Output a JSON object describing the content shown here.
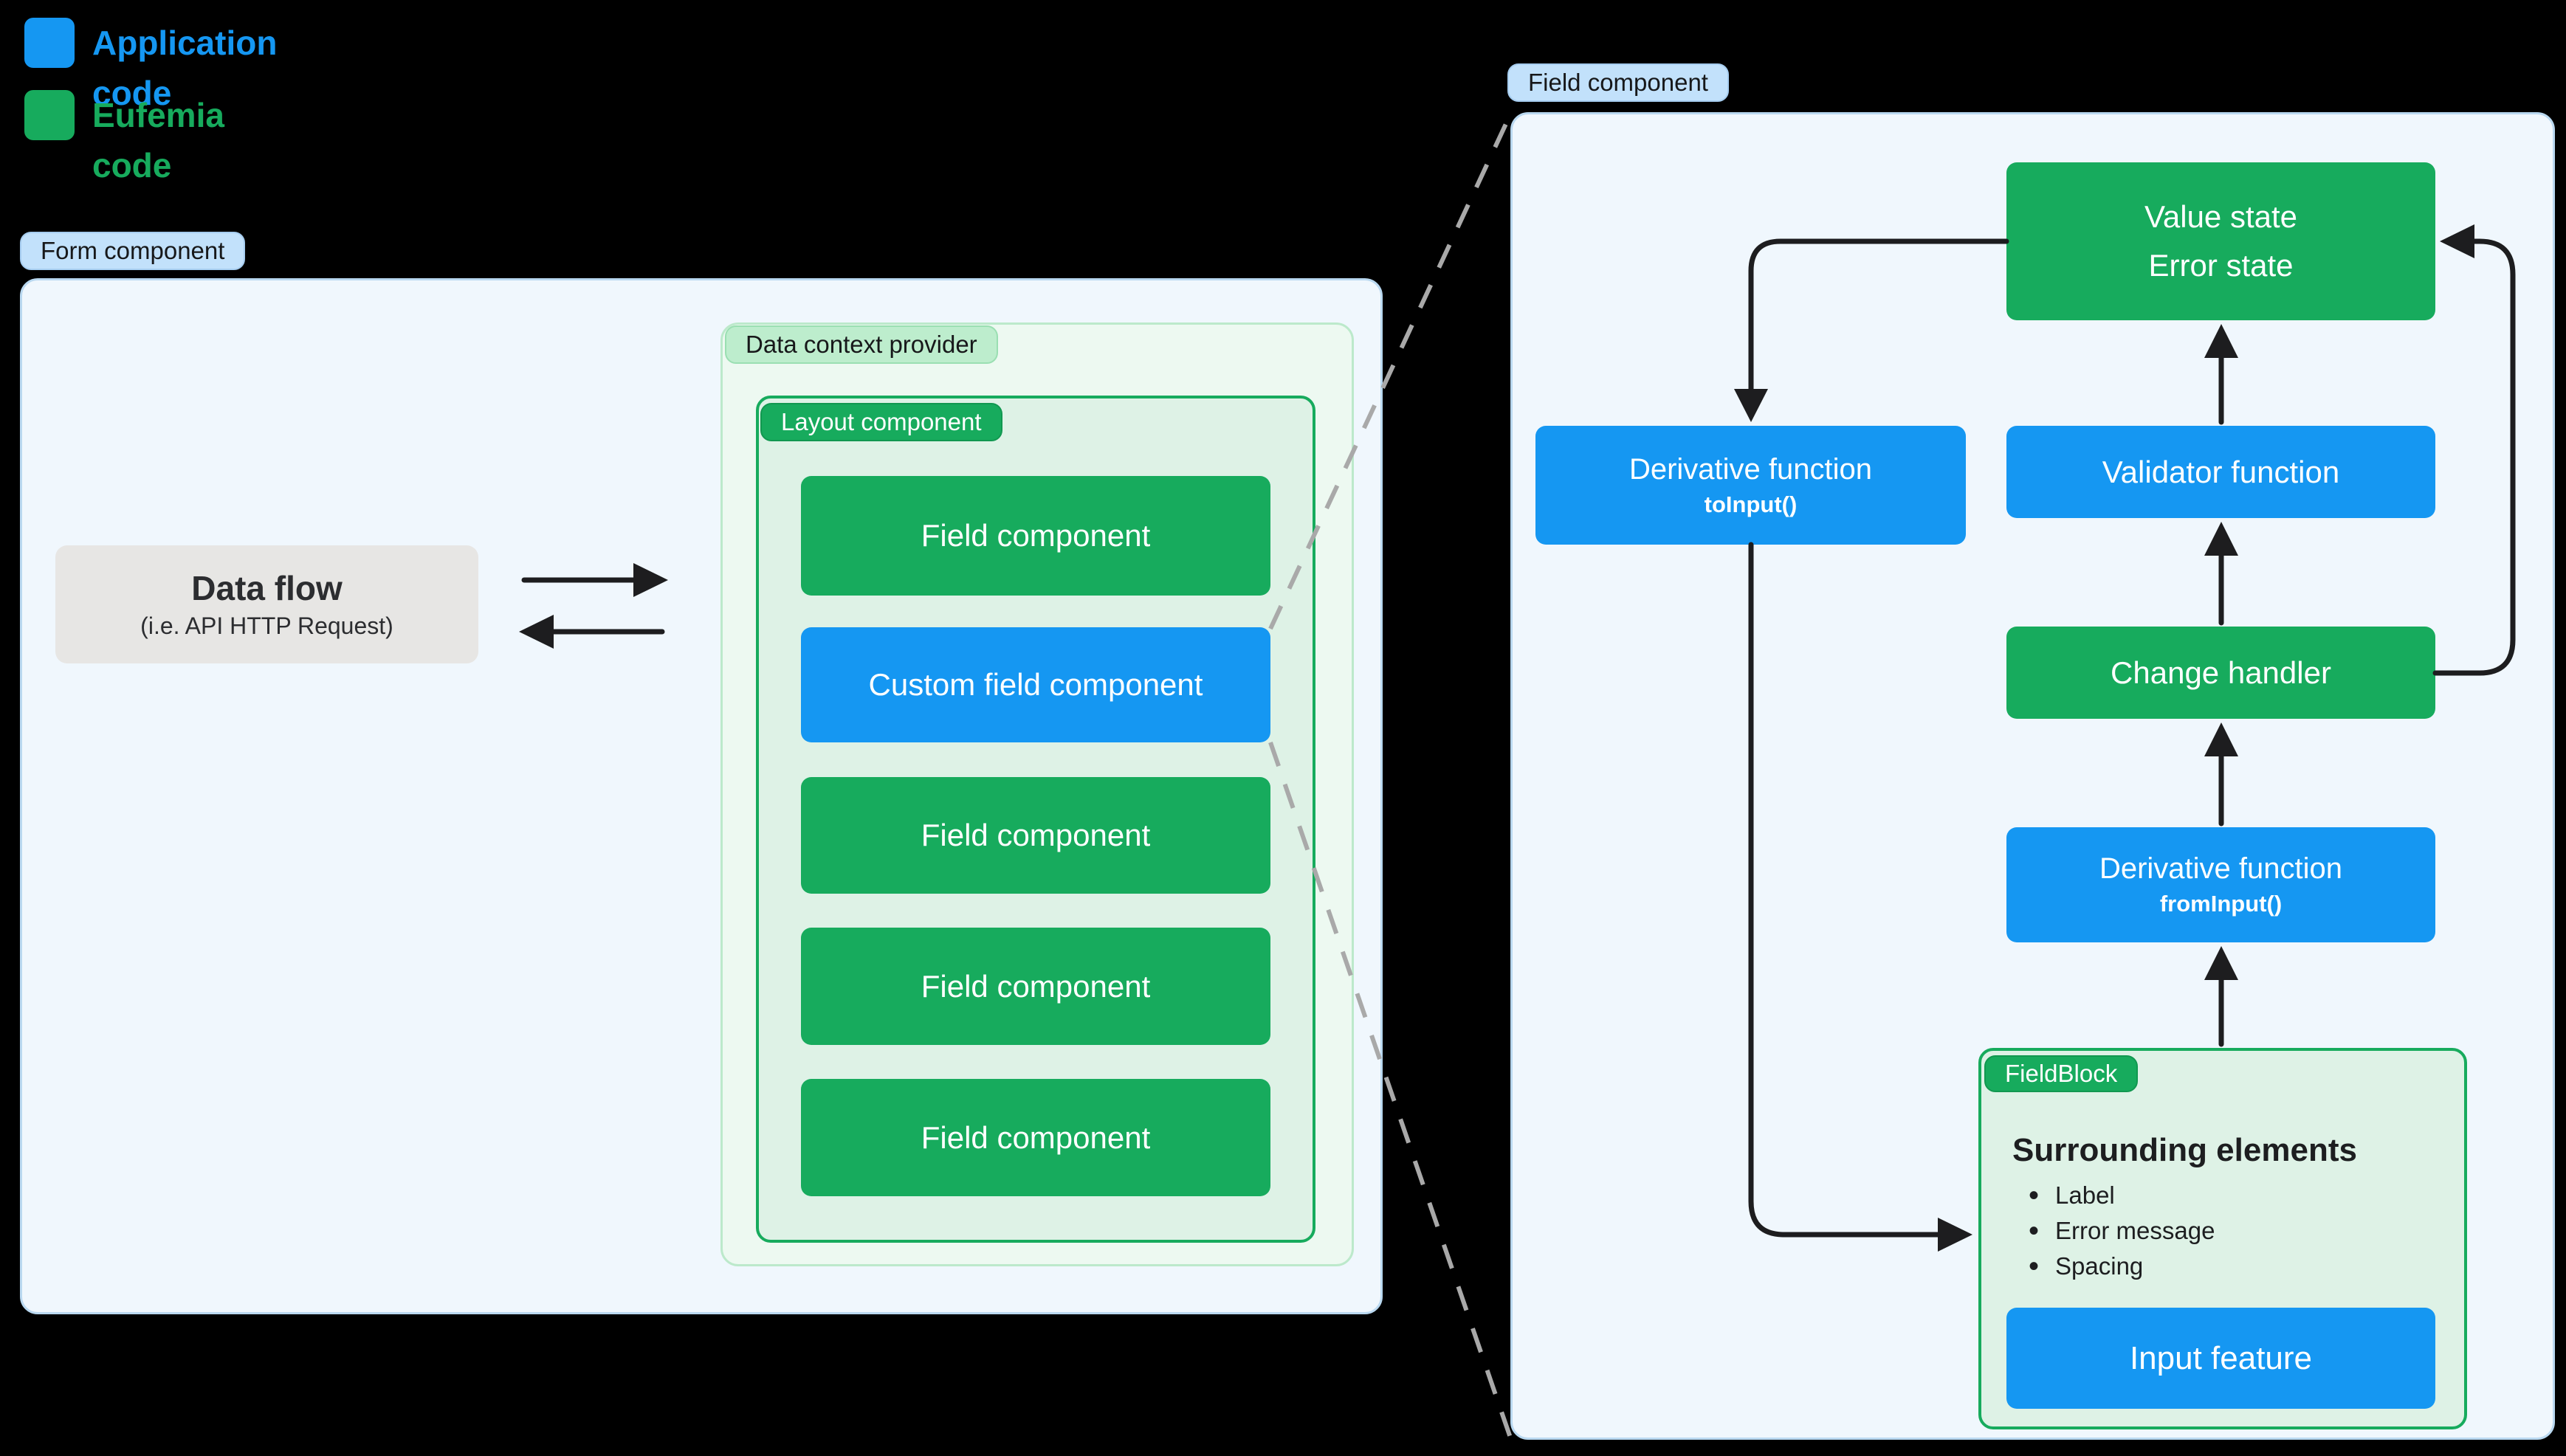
{
  "colors": {
    "application_blue": "#1597f2",
    "eufemia_green": "#17ab5d",
    "panel_blue_bg": "#f0f7fd",
    "panel_blue_border": "#b9d8f0",
    "panel_light_green_bg": "#edf9f1",
    "panel_light_green_border": "#bce9cb",
    "panel_green_border_bg": "#def2e6",
    "pill_blue_bg": "#c2e1fb",
    "pill_light_green_bg": "#bdedcd",
    "gray_box_bg": "#e7e6e4",
    "arrow": "#1d1d1f",
    "dashed_line": "#a9a9a9",
    "background": "#000000"
  },
  "legend": {
    "application": {
      "label": "Application code"
    },
    "eufemia": {
      "label": "Eufemia code"
    }
  },
  "form": {
    "label": "Form component",
    "data_flow": {
      "title": "Data flow",
      "subtitle": "(i.e. API HTTP Request)"
    },
    "data_context": {
      "label": "Data context provider"
    },
    "layout": {
      "label": "Layout component"
    },
    "fields": [
      {
        "label": "Field component",
        "code_type": "eufemia"
      },
      {
        "label": "Custom field component",
        "code_type": "application"
      },
      {
        "label": "Field component",
        "code_type": "eufemia"
      },
      {
        "label": "Field component",
        "code_type": "eufemia"
      },
      {
        "label": "Field component",
        "code_type": "eufemia"
      }
    ]
  },
  "field_detail": {
    "label": "Field component",
    "value_state": {
      "line1": "Value state",
      "line2": "Error state"
    },
    "derivative_to": {
      "title": "Derivative function",
      "code": "toInput()"
    },
    "validator": {
      "label": "Validator function"
    },
    "change_handler": {
      "label": "Change handler"
    },
    "derivative_from": {
      "title": "Derivative function",
      "code": "fromInput()"
    },
    "fieldblock": {
      "label": "FieldBlock",
      "heading": "Surrounding elements",
      "items": [
        "Label",
        "Error message",
        "Spacing"
      ],
      "input_feature": "Input feature"
    }
  }
}
